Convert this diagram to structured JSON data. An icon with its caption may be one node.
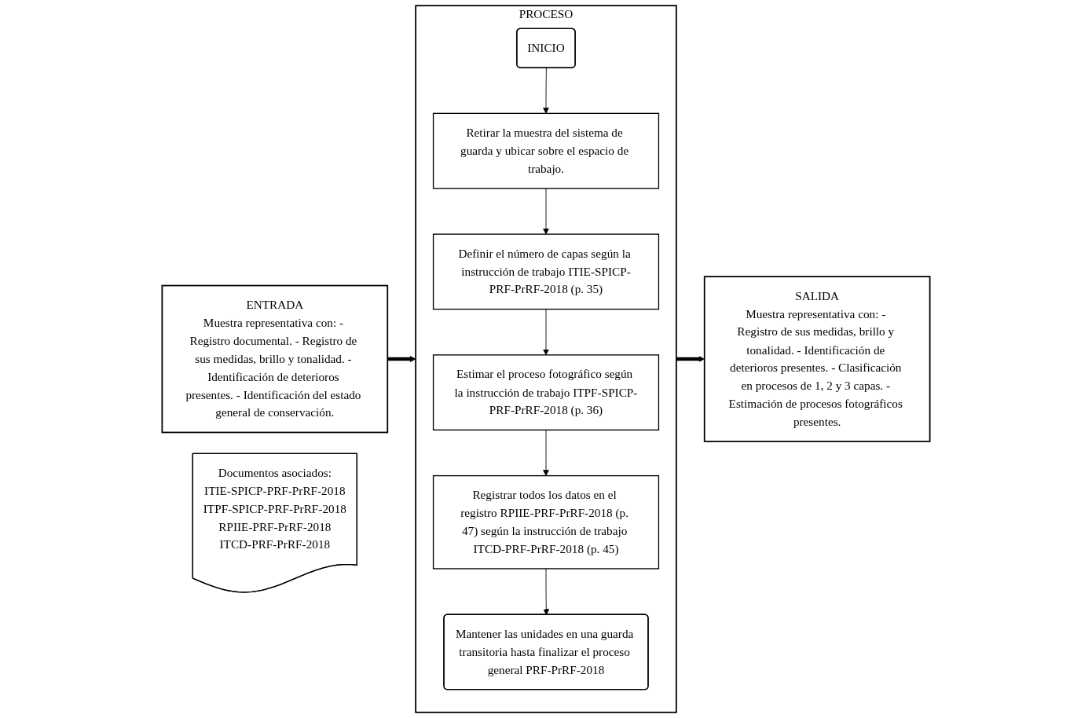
{
  "diagram": {
    "nodes": [
      {
        "text": [
          "ENTRADA",
          "Muestra representativa con: - Registro documental. - Registro de sus medidas, brillo y tonalidad. - Identificación de deterioros presentes. - Identificación del estado general de conservación."
        ]
      },
      {
        "text": [
          "PROCESO"
        ]
      },
      {
        "text": [
          "INICIO"
        ],
        "in": 1
      },
      {
        "text": [
          "Retirar la muestra del sistema de guarda y ubicar sobre el espacio de trabajo."
        ],
        "in": 1
      },
      {
        "text": [
          "Definir el número de capas según la instrucción de trabajo ITIE-SPICP-PRF-PrRF-2018 (p. 35)"
        ],
        "in": 1
      },
      {
        "text": [
          "Estimar el proceso fotográfico según la instrucción de trabajo ITPF-SPICP-PRF-PrRF-2018 (p. 36)"
        ],
        "in": 1
      },
      {
        "text": [
          "Registrar todos los datos en el registro RPIIE-PRF-PrRF-2018 (p. 47) según la instrucción de trabajo ITCD-PRF-PrRF-2018 (p. 45)"
        ],
        "in": 1
      },
      {
        "text": [
          "Mantener las unidades en una guarda transitoria hasta finalizar el proceso general PRF-PrRF-2018"
        ],
        "in": 1
      },
      {
        "text": [
          "SALIDA",
          "Muestra representativa con: - Registro de sus medidas, brillo y tonalidad. - Identificación de deterioros presentes. - Clasificación en procesos de 1, 2 y 3 capas. - Estimación de procesos fotográficos presentes."
        ]
      },
      {
        "text": [
          "Documentos asociados:",
          "ITIE-SPICP-PRF-PrRF-2018",
          "ITPF-SPICP-PRF-PrRF-2018",
          "RPIIE-PRF-PrRF-2018",
          "ITCD-PRF-PrRF-2018"
        ]
      }
    ],
    "edges": [
      {
        "from": 0,
        "to": 1,
        "arrow": "to",
        "style": "thick"
      },
      {
        "from": 1,
        "to": 8,
        "arrow": "to",
        "style": "thick"
      },
      {
        "from": 2,
        "to": 3,
        "arrow": "to"
      },
      {
        "from": 3,
        "to": 4,
        "arrow": "to"
      },
      {
        "from": 4,
        "to": 5,
        "arrow": "to"
      },
      {
        "from": 5,
        "to": 6,
        "arrow": "to"
      },
      {
        "from": 6,
        "to": 7,
        "arrow": "to"
      }
    ]
  }
}
